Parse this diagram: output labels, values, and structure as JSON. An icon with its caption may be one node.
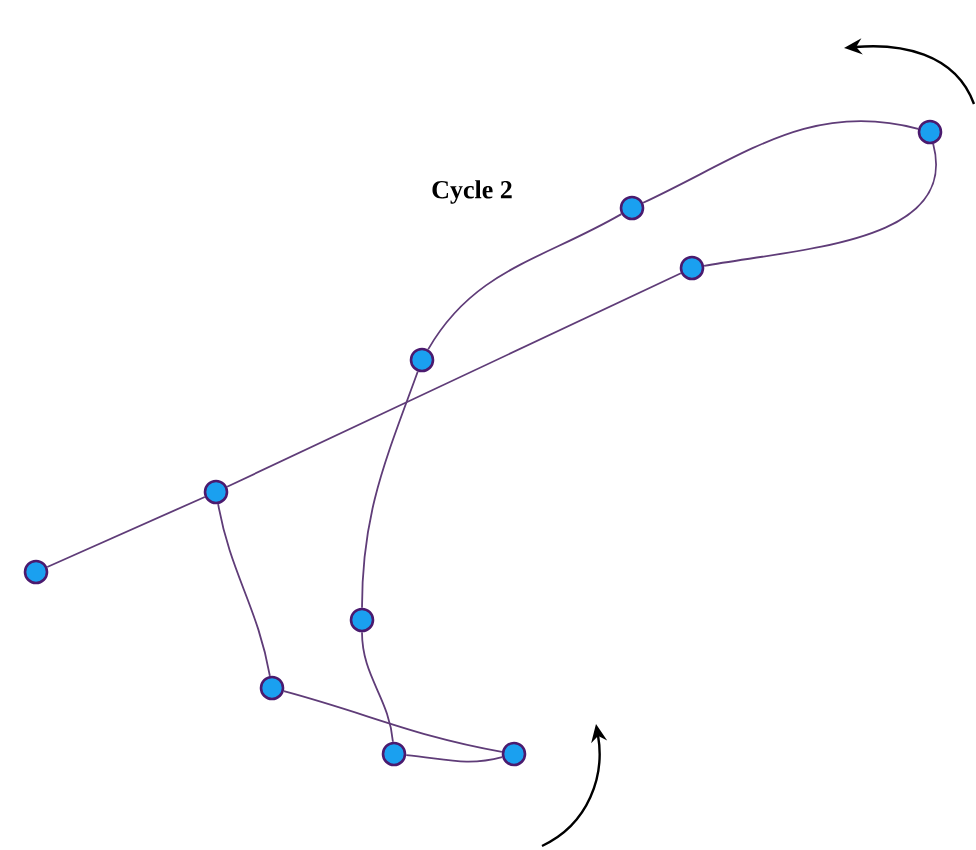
{
  "diagram": {
    "nodes": [
      {
        "text": [],
        "shape": "circle"
      },
      {
        "text": [],
        "shape": "circle"
      },
      {
        "text": [],
        "shape": "circle"
      },
      {
        "text": [],
        "shape": "circle"
      },
      {
        "text": [],
        "shape": "circle"
      },
      {
        "text": [],
        "shape": "circle"
      },
      {
        "text": [],
        "shape": "circle"
      },
      {
        "text": [],
        "shape": "circle"
      },
      {
        "text": [],
        "shape": "circle"
      },
      {
        "text": [],
        "shape": "circle"
      }
    ],
    "edges": [
      {
        "from": 5,
        "to": 4,
        "arrow": "none"
      },
      {
        "from": 4,
        "to": 2,
        "arrow": "none"
      },
      {
        "from": 4,
        "to": 7,
        "arrow": "none"
      },
      {
        "from": 7,
        "to": 9,
        "arrow": "none"
      },
      {
        "from": 9,
        "to": 8,
        "arrow": "none"
      },
      {
        "from": 8,
        "to": 6,
        "arrow": "none"
      },
      {
        "from": 6,
        "to": 3,
        "arrow": "none"
      },
      {
        "from": 3,
        "to": 1,
        "arrow": "none"
      },
      {
        "from": 1,
        "to": 0,
        "arrow": "none"
      },
      {
        "from": 0,
        "to": 2,
        "arrow": "none"
      }
    ],
    "labels": [
      "Cycle 2"
    ]
  }
}
